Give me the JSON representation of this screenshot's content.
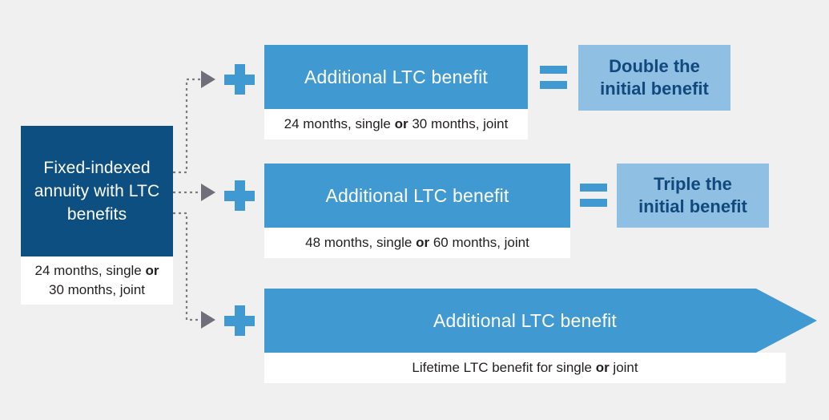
{
  "colors": {
    "background": "#f0f0f0",
    "navy": "#0d4f80",
    "blue": "#409ad1",
    "light_blue": "#8fbfe3",
    "result_text": "#12497d",
    "connector_gray": "#7c7c85",
    "white": "#ffffff",
    "body_text": "#231f20"
  },
  "source": {
    "title": "Fixed-indexed annuity with LTC benefits",
    "caption_prefix": "24 months, single ",
    "caption_emphasis": "or",
    "caption_suffix": " 30 months, joint"
  },
  "operators": {
    "plus_icon": "plus-icon",
    "equals_icon": "equals-icon",
    "arrow_icon": "arrow-right-icon"
  },
  "rows": [
    {
      "plus": "+",
      "bar_label": "Additional LTC benefit",
      "caption_prefix": "24 months, single ",
      "caption_emphasis": "or",
      "caption_suffix": " 30 months, joint",
      "equals": "=",
      "result_line_1": "Double the",
      "result_line_2": "initial benefit"
    },
    {
      "plus": "+",
      "bar_label": "Additional LTC benefit",
      "caption_prefix": "48 months, single ",
      "caption_emphasis": "or",
      "caption_suffix": " 60 months, joint",
      "equals": "=",
      "result_line_1": "Triple the",
      "result_line_2": "initial benefit"
    },
    {
      "plus": "+",
      "bar_label": "Additional LTC benefit",
      "caption_prefix": "Lifetime LTC benefit for single ",
      "caption_emphasis": "or",
      "caption_suffix": " joint"
    }
  ]
}
